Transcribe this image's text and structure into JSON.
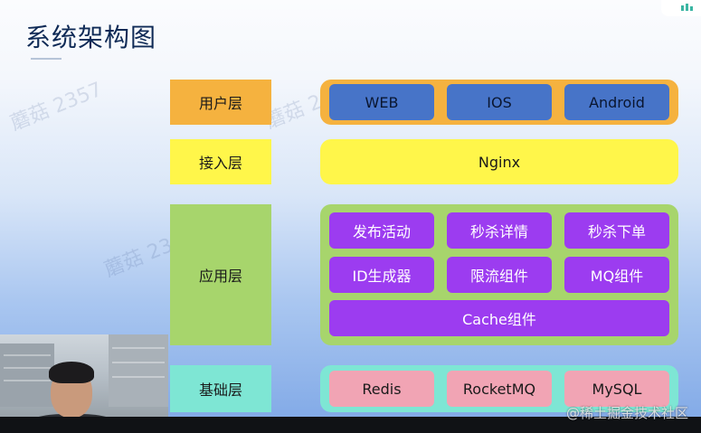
{
  "title": "系统架构图",
  "layers": {
    "user": {
      "label": "用户层",
      "items": [
        "WEB",
        "IOS",
        "Android"
      ]
    },
    "access": {
      "label": "接入层",
      "item": "Nginx"
    },
    "app": {
      "label": "应用层",
      "row1": [
        "发布活动",
        "秒杀详情",
        "秒杀下单"
      ],
      "row2": [
        "ID生成器",
        "限流组件",
        "MQ组件"
      ],
      "wide": "Cache组件"
    },
    "base": {
      "label": "基础层",
      "items": [
        "Redis",
        "RocketMQ",
        "MySQL"
      ]
    }
  },
  "watermark": "蘑菇 2357",
  "footer_credit": "@稀土掘金技术社区",
  "colors": {
    "user": "#f5b23f",
    "user_box": "#4774c8",
    "access": "#fff64a",
    "app": "#a7d56c",
    "app_box": "#9c3cf0",
    "base": "#7ee6d4",
    "base_box": "#f1a4b4"
  }
}
